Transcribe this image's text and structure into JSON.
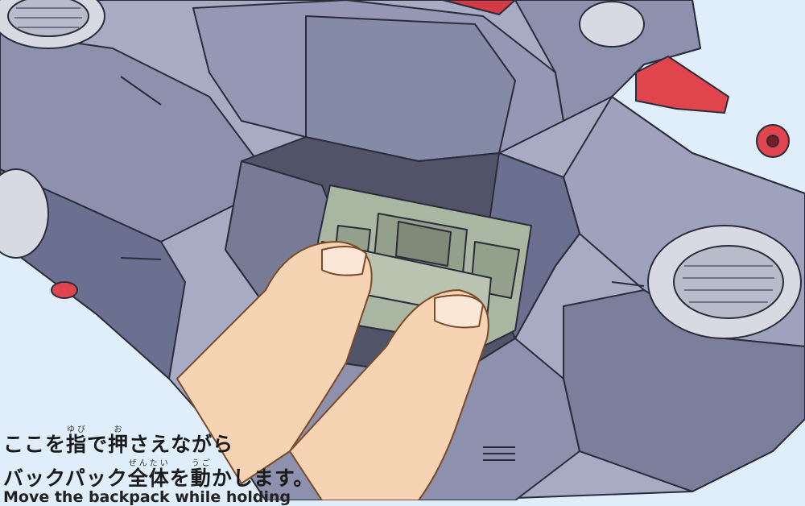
{
  "colors": {
    "background": "#dfeefa",
    "armor_light": "#a7abc4",
    "armor_mid": "#8d91ad",
    "armor_dark": "#6c7090",
    "vent": "#d8dae3",
    "frame_green": "#a9b6a1",
    "accent_red": "#e0454d",
    "skin": "#f6d3b2"
  },
  "icons": [
    "backpack-armor",
    "vent-icon",
    "red-fin-icon",
    "red-nozzle-icon",
    "frame-part-icon",
    "finger-icon"
  ],
  "caption": {
    "line1": {
      "before": "ここを",
      "ruby1": {
        "base": "指",
        "reading": "ゆび"
      },
      "middle": "で",
      "ruby2": {
        "base": "押",
        "reading": "お"
      },
      "after": "さえながら"
    },
    "line2": {
      "before": "バックパック",
      "ruby1": {
        "base": "全体",
        "reading": "ぜんたい"
      },
      "middle": "を",
      "ruby2": {
        "base": "動",
        "reading": "うご"
      },
      "after": "かします。"
    },
    "line3": "Move the backpack while holding"
  }
}
